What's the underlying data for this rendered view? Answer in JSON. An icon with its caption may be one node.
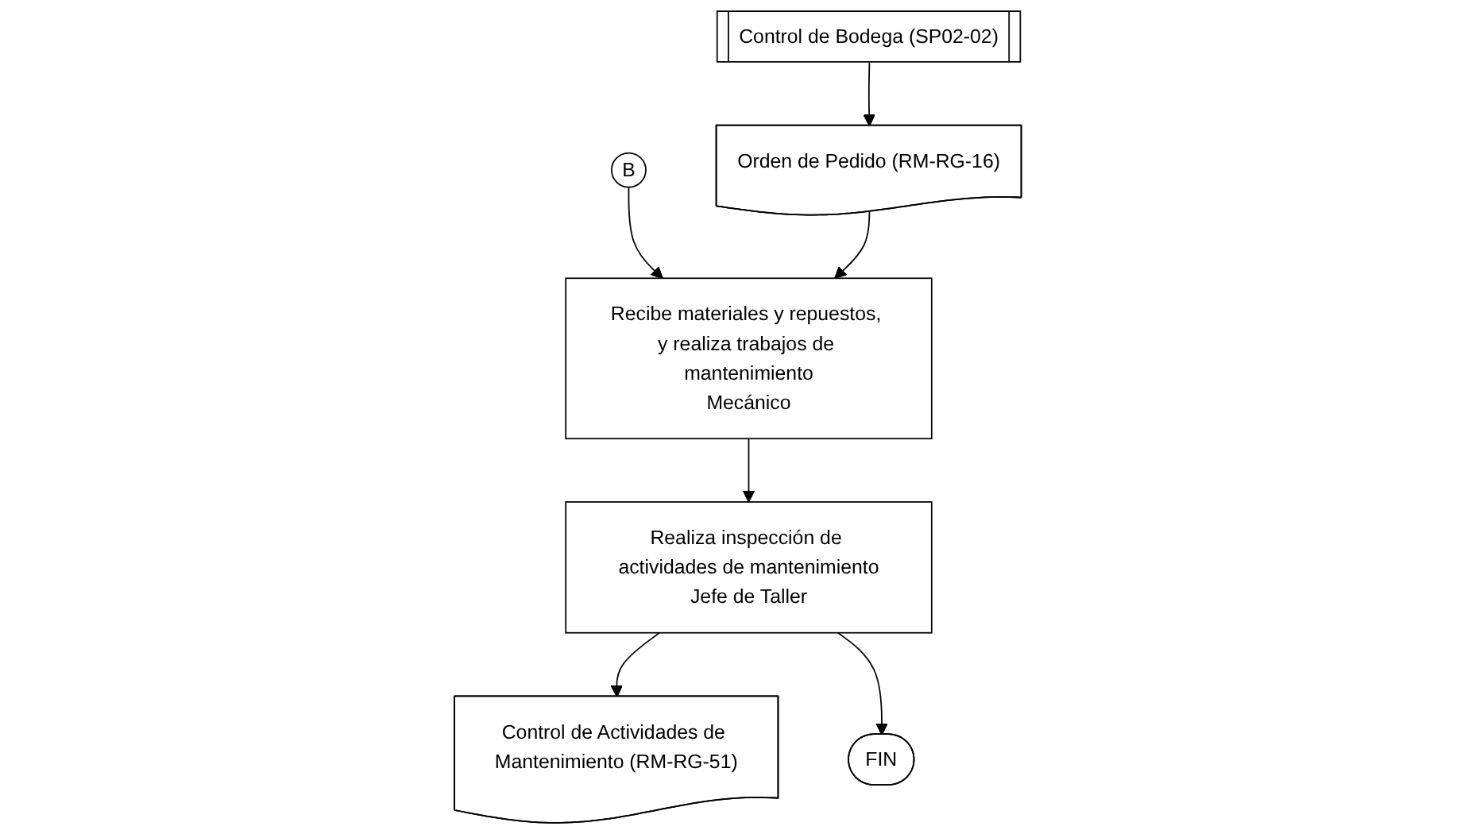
{
  "diagram": {
    "nodes": [
      {
        "text": [
          "B"
        ]
      },
      {
        "text": [
          "Control de Bodega (SP02-02)"
        ]
      },
      {
        "text": [
          "Orden de Pedido (RM-RG-16)"
        ]
      },
      {
        "text": [
          "Recibe materiales y repuestos, y realiza trabajos de mantenimiento",
          "Mecánico"
        ]
      },
      {
        "text": [
          "Realiza inspección de actividades de mantenimiento",
          "Jefe de Taller"
        ]
      },
      {
        "text": [
          "Control de Actividades de Mantenimiento (RM-RG-51)"
        ]
      },
      {
        "text": [
          "FIN"
        ]
      }
    ],
    "edges": [
      {
        "from": 0,
        "to": 3,
        "arrow": "to"
      },
      {
        "from": 1,
        "to": 2,
        "arrow": "to"
      },
      {
        "from": 2,
        "to": 3,
        "arrow": "to"
      },
      {
        "from": 3,
        "to": 4,
        "arrow": "to"
      },
      {
        "from": 4,
        "to": 5,
        "arrow": "to"
      },
      {
        "from": 4,
        "to": 6,
        "arrow": "to"
      }
    ]
  }
}
